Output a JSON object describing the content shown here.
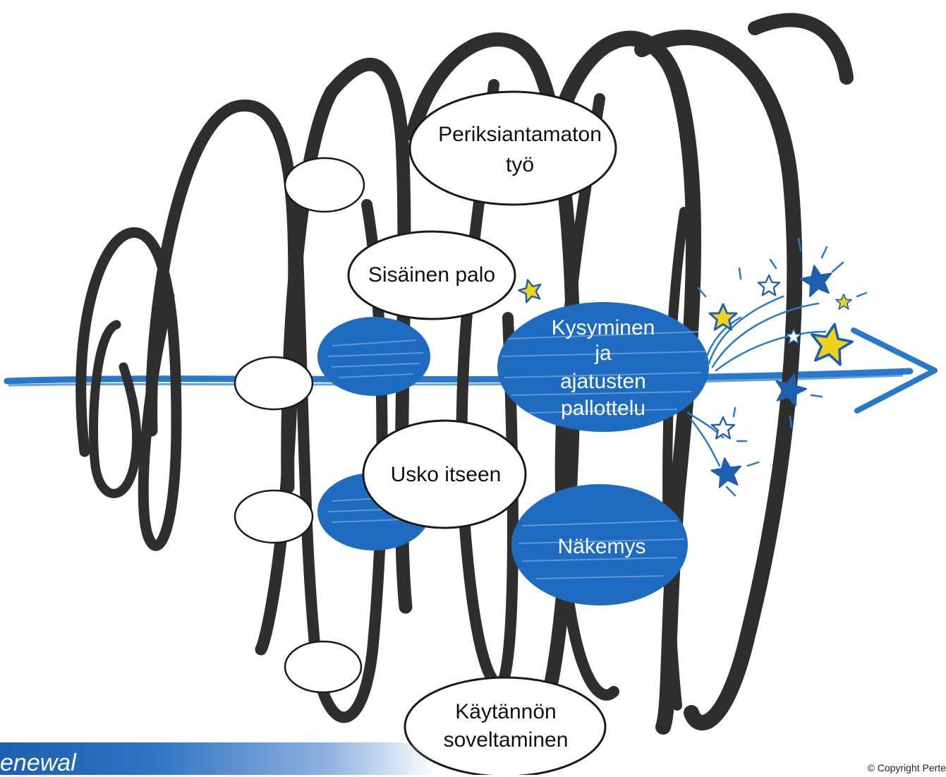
{
  "labels": {
    "periksiantamaton_line1": "Periksiantamaton",
    "periksiantamaton_line2": "työ",
    "sisainen_palo": "Sisäinen palo",
    "kysyminen_line1": "Kysyminen",
    "kysyminen_line2": "ja",
    "kysyminen_line3": "ajatusten",
    "kysyminen_line4": "pallottelu",
    "usko_itseen": "Usko itseen",
    "nakemys": "Näkemys",
    "kaytannon_line1": "Käytännön",
    "kaytannon_line2": "soveltaminen"
  },
  "footer": {
    "brand_text": "enewal",
    "copyright": "© Copyright Perte"
  },
  "colors": {
    "spiral": "#2e2e2e",
    "arrow_blue": "#2a78c8",
    "blob_blue": "#1f6bbf",
    "star_yellow": "#f0d21c",
    "star_blue": "#1d5eaf"
  }
}
